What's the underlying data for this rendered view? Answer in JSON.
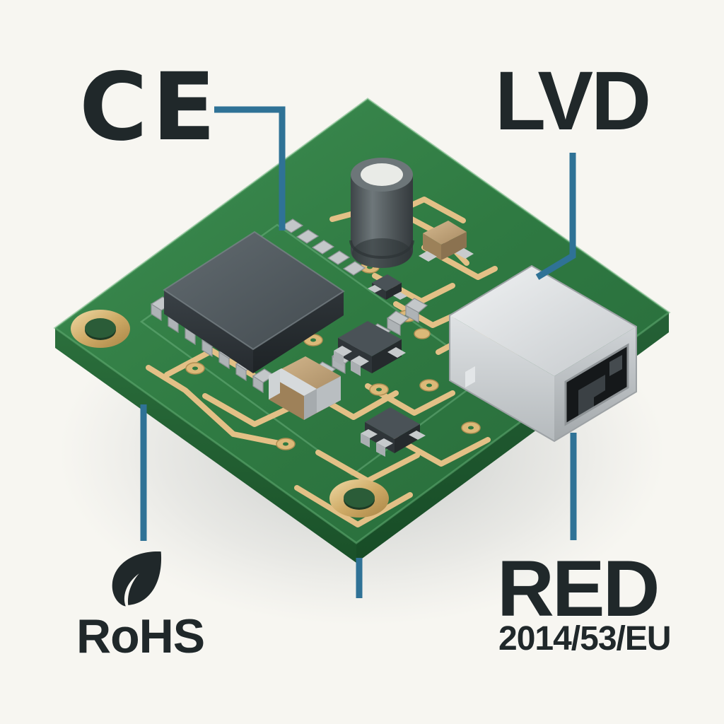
{
  "scene": {
    "title": "EU compliance marked PCB illustration",
    "background_color": "#f7f6f1",
    "leader_line_color": "#2f7296",
    "text_color": "#20282a"
  },
  "callouts": [
    {
      "id": "ce",
      "name": "ce-marking",
      "text": "CE",
      "subtext": "",
      "icon": "ce-mark-glyph",
      "leader": "horizontal-then-down",
      "target": "microcontroller-ic"
    },
    {
      "id": "lvd",
      "name": "low-voltage-directive",
      "text": "LVD",
      "subtext": "",
      "icon": "",
      "leader": "down-then-diagonal",
      "target": "rj45-connector"
    },
    {
      "id": "rohs",
      "name": "rohs-compliance",
      "text": "RoHS",
      "subtext": "",
      "icon": "leaf-icon",
      "leader": "vertical",
      "target": "pcb-left-edge"
    },
    {
      "id": "red",
      "name": "radio-equipment-directive",
      "text": "RED",
      "subtext": "2014/53/EU",
      "icon": "",
      "leader": "vertical",
      "target": "rj45-connector-base"
    },
    {
      "id": "board-stub",
      "name": "pcb-bottom-callout-stub",
      "text": "",
      "subtext": "",
      "icon": "",
      "leader": "vertical-stub",
      "target": "pcb-bottom-corner"
    }
  ],
  "pcb": {
    "name": "printed-circuit-board",
    "substrate_color": "#2f7a42",
    "substrate_edge_color": "#1d5730",
    "silkscreen_color": "#69b07a",
    "trace_color": "#e6c489",
    "pad_color": "#d8b472",
    "components": [
      {
        "name": "microcontroller-ic",
        "type": "QFP",
        "body_color": "#4b5458",
        "pin_color": "#c9ccce"
      },
      {
        "name": "electrolytic-capacitor",
        "type": "radial-can",
        "body_color": "#565e60",
        "top_color": "#eceeea"
      },
      {
        "name": "rj45-connector",
        "type": "shielded-jack",
        "shell_color": "#d5d8da",
        "port_color": "#191c1e"
      },
      {
        "name": "ceramic-capacitor-large",
        "type": "MLCC",
        "body_color": "#c2a578",
        "terminal_color": "#c8cbcd"
      },
      {
        "name": "ceramic-capacitor-small",
        "type": "MLCC",
        "body_color": "#c2a578",
        "terminal_color": "#c8cbcd"
      },
      {
        "name": "transistor-sot23-a",
        "type": "SOT-23",
        "body_color": "#3b4247"
      },
      {
        "name": "transistor-sot23-b",
        "type": "SOT-23",
        "body_color": "#3b4247"
      },
      {
        "name": "diode-sod-123",
        "type": "SOD",
        "body_color": "#3b4247"
      },
      {
        "name": "mounting-hole-upper-left",
        "type": "plated-hole",
        "ring_color": "#d6b678"
      },
      {
        "name": "mounting-hole-lower",
        "type": "plated-hole",
        "ring_color": "#d6b678"
      }
    ]
  }
}
